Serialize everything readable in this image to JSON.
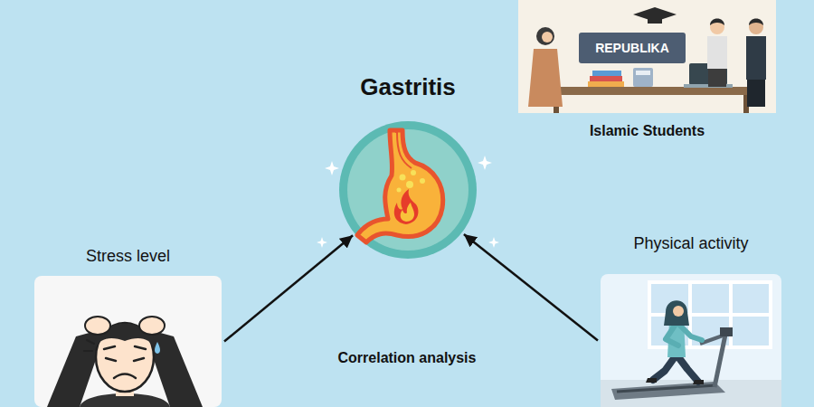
{
  "diagram": {
    "nodes": [
      {
        "text": [
          "Gastritis"
        ]
      },
      {
        "text": [
          "Islamic Students"
        ]
      },
      {
        "text": [
          "Stress level"
        ]
      },
      {
        "text": [
          "Physical activity"
        ]
      }
    ],
    "edges": [
      {
        "from": 2,
        "to": 0,
        "arrow": "to"
      },
      {
        "from": 3,
        "to": 0,
        "arrow": "to"
      }
    ],
    "labels": [
      "Correlation analysis",
      "REPUBLIKA"
    ]
  }
}
